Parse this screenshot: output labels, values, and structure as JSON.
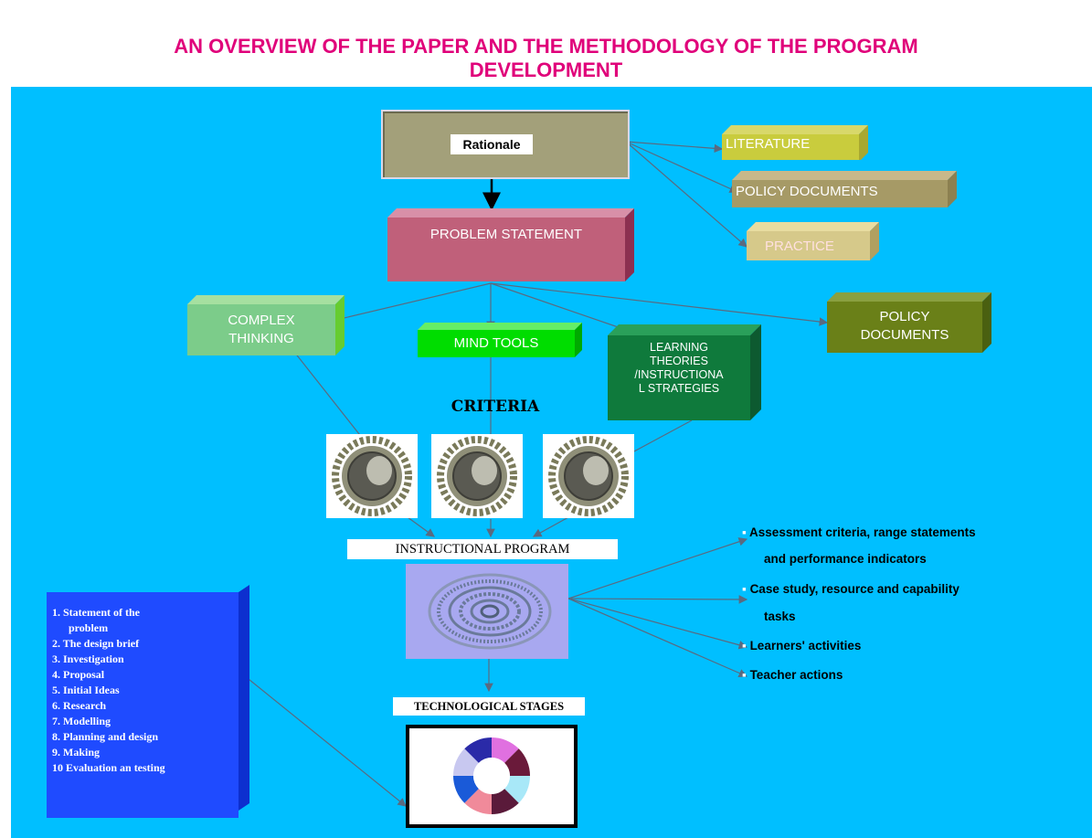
{
  "title": {
    "line1": "AN OVERVIEW OF THE PAPER AND THE METHODOLOGY OF THE PROGRAM",
    "line2": "DEVELOPMENT"
  },
  "diagram": {
    "rationale": "Rationale",
    "sources": [
      "LITERATURE",
      "POLICY DOCUMENTS",
      "PRACTICE"
    ],
    "problem_statement": "PROBLEM STATEMENT",
    "complex_thinking": [
      "COMPLEX",
      "THINKING"
    ],
    "mind_tools": "MIND TOOLS",
    "learning_theories": [
      "LEARNING",
      "THEORIES",
      "/INSTRUCTIONA",
      "L STRATEGIES"
    ],
    "policy_documents": [
      "POLICY",
      "DOCUMENTS"
    ],
    "criteria": "CRITERIA",
    "instructional_program": "INSTRUCTIONAL PROGRAM",
    "technological_stages": "TECHNOLOGICAL STAGES",
    "outcomes": [
      "Assessment criteria, range statements",
      "and performance indicators",
      "Case study, resource and capability",
      "tasks",
      "Learners' activities",
      "Teacher actions"
    ],
    "stages_list": [
      "1.   Statement of  the",
      "      problem",
      "2.  The design brief",
      "3.  Investigation",
      "4.  Proposal",
      "5.  Initial Ideas",
      "6.  Research",
      "7.  Modelling",
      "8.  Planning and design",
      "9.  Making",
      "10 Evaluation an testing"
    ]
  },
  "colors": {
    "title": "#e0007a",
    "background": "#00bfff",
    "problem_box": "#c0607a",
    "stages_box": "#1f4bff"
  }
}
